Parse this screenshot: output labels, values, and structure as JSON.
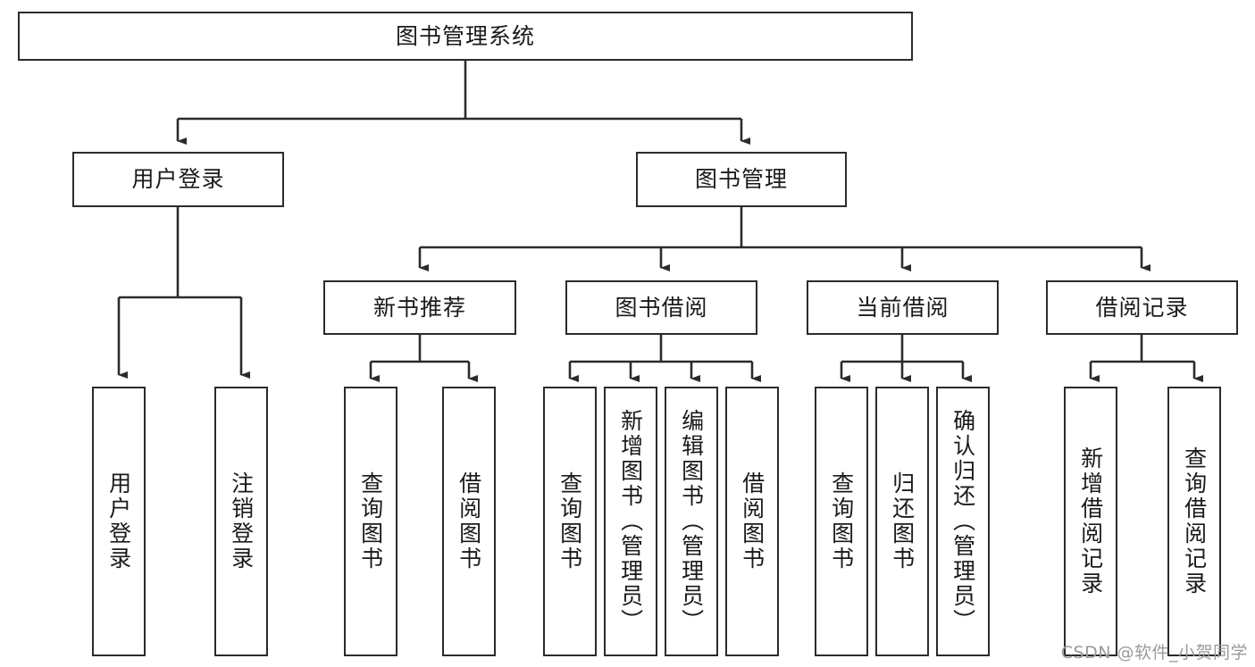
{
  "diagram": {
    "title_node": {
      "label": "图书管理系统"
    },
    "level1": [
      {
        "id": "user-login",
        "label": "用户登录"
      },
      {
        "id": "book-manage",
        "label": "图书管理"
      }
    ],
    "level2": [
      {
        "id": "new-book-recommend",
        "label": "新书推荐"
      },
      {
        "id": "book-borrow",
        "label": "图书借阅"
      },
      {
        "id": "current-borrow",
        "label": "当前借阅"
      },
      {
        "id": "borrow-record",
        "label": "借阅记录"
      }
    ],
    "leaves": {
      "user_login": [
        {
          "id": "leaf-user-login",
          "label": "用户登录"
        },
        {
          "id": "leaf-logout-login",
          "label": "注销登录"
        }
      ],
      "new_book_recommend": [
        {
          "id": "leaf-query-book-1",
          "label": "查询图书"
        },
        {
          "id": "leaf-borrow-book-1",
          "label": "借阅图书"
        }
      ],
      "book_borrow": [
        {
          "id": "leaf-query-book-2",
          "label": "查询图书"
        },
        {
          "id": "leaf-add-book",
          "label": "新增图书（管理员）"
        },
        {
          "id": "leaf-edit-book",
          "label": "编辑图书（管理员）"
        },
        {
          "id": "leaf-borrow-book-2",
          "label": "借阅图书"
        }
      ],
      "current_borrow": [
        {
          "id": "leaf-query-book-3",
          "label": "查询图书"
        },
        {
          "id": "leaf-return-book",
          "label": "归还图书"
        },
        {
          "id": "leaf-confirm-return",
          "label": "确认归还（管理员）"
        }
      ],
      "borrow_record": [
        {
          "id": "leaf-add-record",
          "label": "新增借阅记录"
        },
        {
          "id": "leaf-query-record",
          "label": "查询借阅记录"
        }
      ]
    }
  },
  "watermark": {
    "text": "CSDN @软件_小贺同学"
  },
  "colors": {
    "box_border": "#2b2b2b",
    "box_fill": "#ffffff",
    "line": "#2b2b2b",
    "text": "#1a1a1a",
    "watermark": "#9a9a9a",
    "background": "#ffffff"
  }
}
